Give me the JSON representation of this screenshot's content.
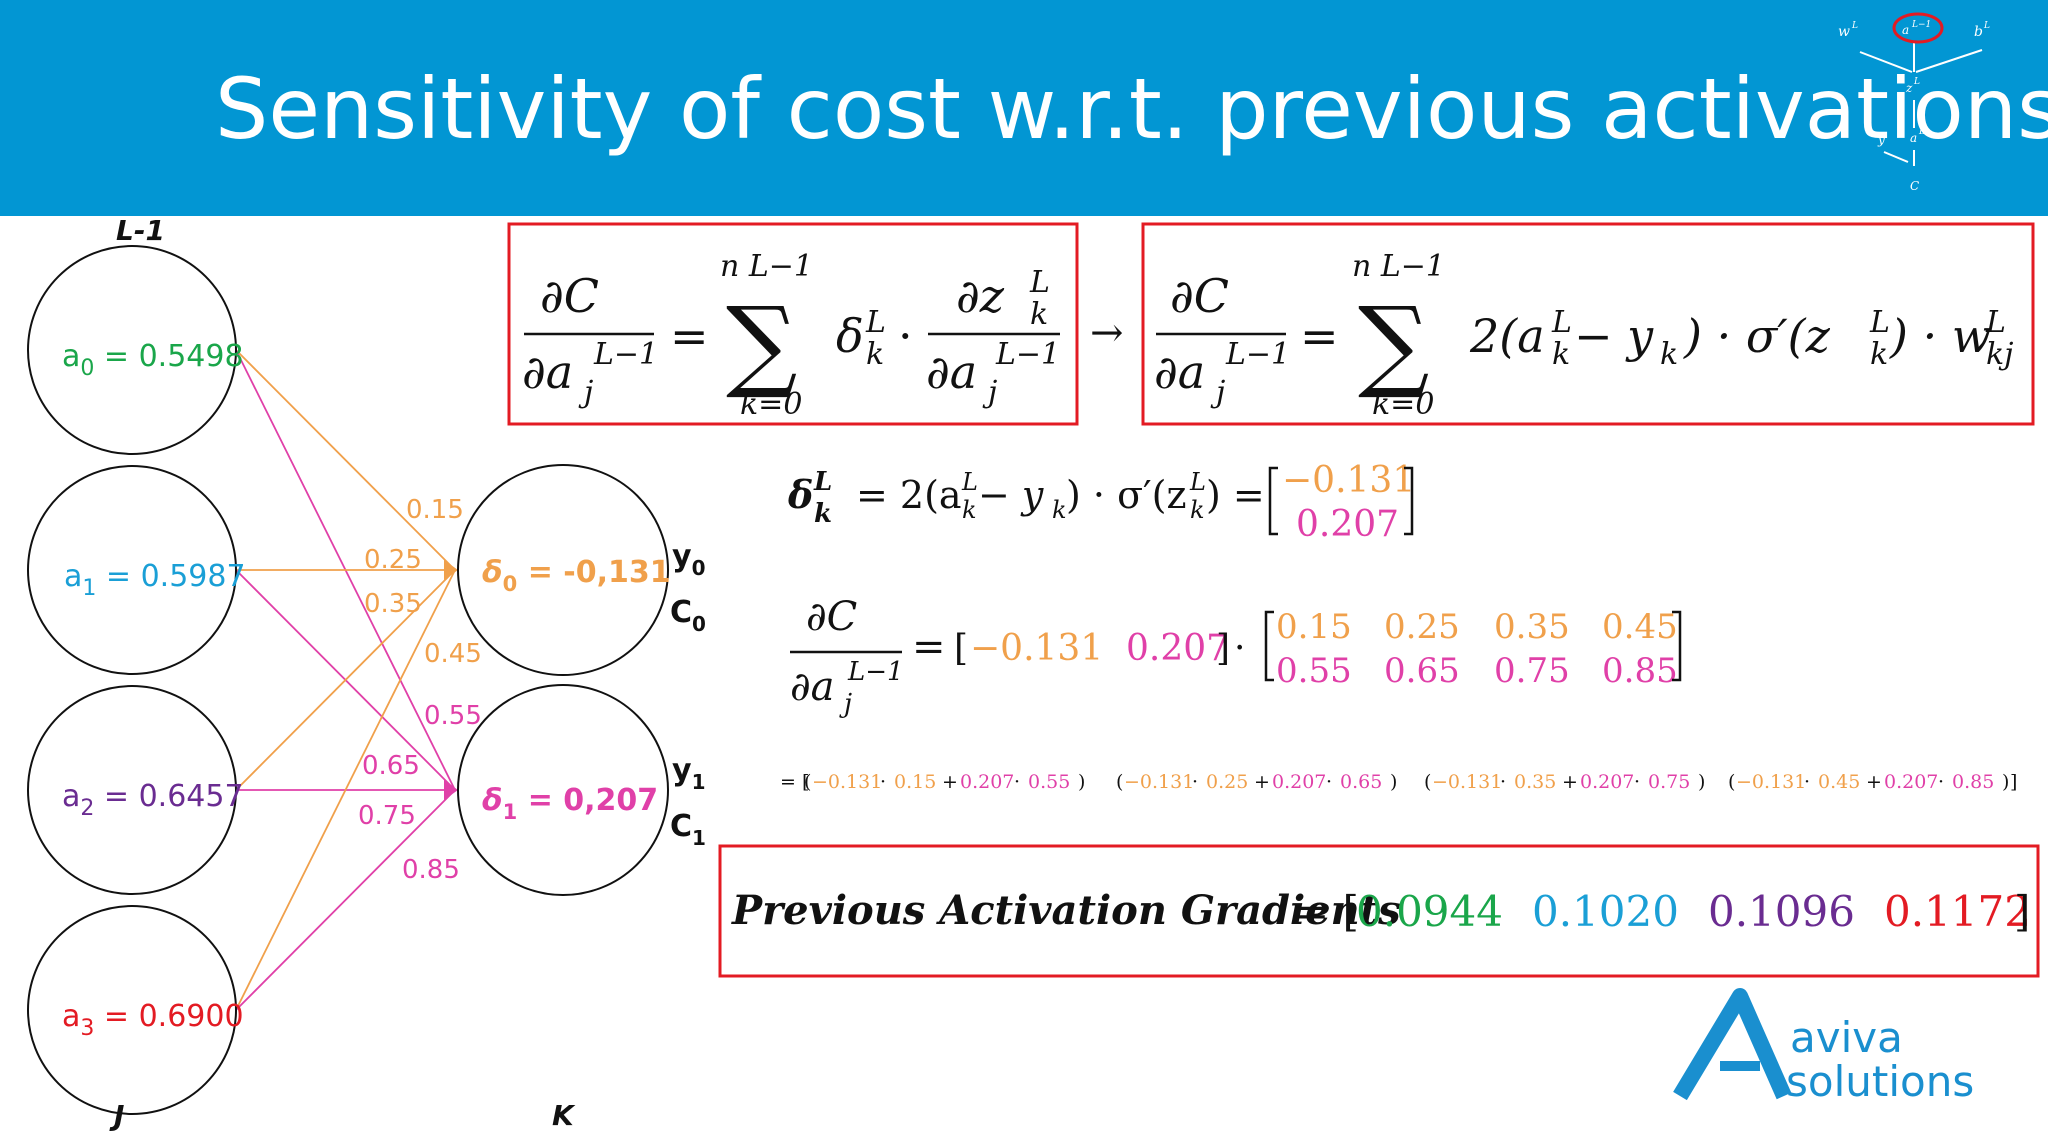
{
  "title": "Sensitivity of cost w.r.t. previous activations",
  "legend_mini": {
    "w": "w",
    "a": "a",
    "b": "b",
    "z": "z",
    "y": "y",
    "aL": "a",
    "c": "C",
    "sup_L": "L",
    "sup_L1": "L−1"
  },
  "layers": {
    "prev_label": "L-1",
    "j_label": "J",
    "k_label": "K"
  },
  "left_nodes": [
    {
      "name": "a",
      "sub": "0",
      "value": " = 0.5498",
      "color": "#1aa64a"
    },
    {
      "name": "a",
      "sub": "1",
      "value": " = 0.5987",
      "color": "#1a9fd6"
    },
    {
      "name": "a",
      "sub": "2",
      "value": " = 0.6457",
      "color": "#6a2c91"
    },
    {
      "name": "a",
      "sub": "3",
      "value": " = 0.6900",
      "color": "#e31b23"
    }
  ],
  "right_nodes": [
    {
      "name": "δ",
      "sub": "0",
      "value": " = -0,131",
      "color": "#f0a04b",
      "y": "y",
      "ysub": "0",
      "c": "C",
      "csub": "0"
    },
    {
      "name": "δ",
      "sub": "1",
      "value": " = 0,207",
      "color": "#e040a8",
      "y": "y",
      "ysub": "1",
      "c": "C",
      "csub": "1"
    }
  ],
  "weights": [
    "0.15",
    "0.25",
    "0.35",
    "0.45",
    "0.55",
    "0.65",
    "0.75",
    "0.85"
  ],
  "colors": {
    "orange": "#f0a04b",
    "pink": "#e040a8",
    "red": "#e31b23",
    "header": "#0296d3"
  },
  "formula1": {
    "dC": "∂C",
    "dA": "∂a",
    "sub_j": "j",
    "sup_L1": "L−1",
    "sum_top": "n  L−1",
    "sum_bottom": "k=0",
    "sigma": "∑",
    "delta": "δ",
    "sup_L": "L",
    "sub_k": "k",
    "dz": "∂z",
    "eq": "=",
    "dot": "·"
  },
  "arrow": "→",
  "formula2": {
    "dC": "∂C",
    "dA": "∂a",
    "sub_j": "j",
    "sup_L1": "L−1",
    "sum_top": "n  L−1",
    "sum_bottom": "k=0",
    "sigma": "∑",
    "eq": "=",
    "term1": "2(a",
    "term2": " − y",
    "term3": " ) · σ′(z",
    "term4": ") · w",
    "sub_kj": "kj"
  },
  "delta_eq": {
    "lhs": "δ",
    "rhs1": "= 2(a",
    "rhs2": " − y",
    "rhs3": " ) · σ′(z",
    "rhs4": ") =",
    "v0": "−0.131",
    "v1": "0.207"
  },
  "grad_eq": {
    "num": "∂C",
    "den": "∂a",
    "eq": "=",
    "row": [
      "−0.131",
      "0.207"
    ],
    "dot": "·",
    "matrix": [
      [
        "0.15",
        "0.25",
        "0.35",
        "0.45"
      ],
      [
        "0.55",
        "0.65",
        "0.75",
        "0.85"
      ]
    ]
  },
  "expansion": {
    "prefix": "= [",
    "terms": [
      [
        "−0.131",
        "0.15",
        "0.207",
        "0.55"
      ],
      [
        "−0.131",
        "0.25",
        "0.207",
        "0.65"
      ],
      [
        "−0.131",
        "0.35",
        "0.207",
        "0.75"
      ],
      [
        "−0.131",
        "0.45",
        "0.207",
        "0.85"
      ]
    ],
    "suffix": "]"
  },
  "result": {
    "label": "Previous Activation Gradients",
    "eq": "= [",
    "values": [
      "0.0944",
      "0.1020",
      "0.1096",
      "0.1172"
    ],
    "value_colors": [
      "#1aa64a",
      "#1a9fd6",
      "#6a2c91",
      "#e31b23"
    ],
    "close": "]"
  },
  "logo": {
    "line1": "aviva",
    "line2": "solutions",
    "color": "#1a8fcf"
  }
}
